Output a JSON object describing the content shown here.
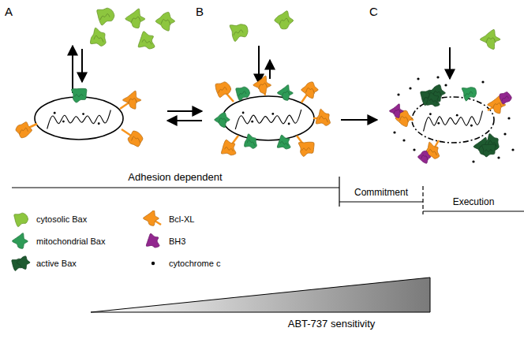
{
  "diagram": {
    "labels": [
      "A",
      "B",
      "C",
      "Adhesion dependent",
      "Commitment",
      "Execution",
      "ABT-737 sensitivity"
    ],
    "legend": [
      {
        "text": "cytosolic Bax",
        "color": "#8dc63f"
      },
      {
        "text": "mitochondrial Bax",
        "color": "#2e9b57"
      },
      {
        "text": "active Bax",
        "color": "#1e5a30"
      },
      {
        "text": "Bcl-XL",
        "color": "#f7941d"
      },
      {
        "text": "BH3",
        "color": "#92278f"
      },
      {
        "text": "cytochrome c",
        "color": "#000000"
      }
    ]
  }
}
